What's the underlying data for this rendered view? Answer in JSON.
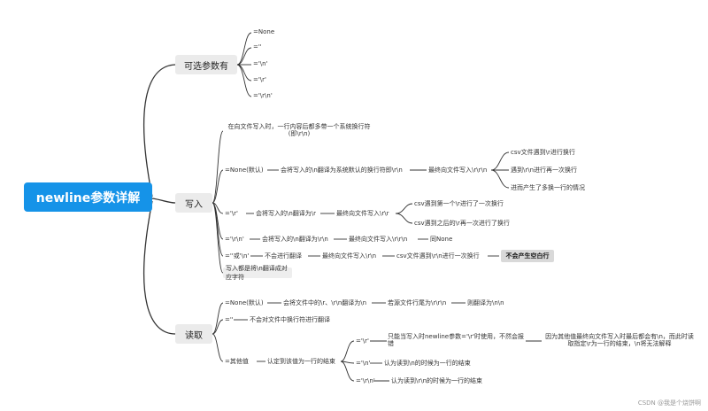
{
  "root": {
    "label": "newline参数详解"
  },
  "optional": {
    "label": "可选参数有",
    "items": [
      "=None",
      "=''",
      "='\\n'",
      "='\\r'",
      "='\\r\\n'"
    ]
  },
  "write": {
    "label": "写入",
    "intro": "在向文件写入时，一行内容后都多带一个系统换行符(即\\r\\n)",
    "none": {
      "label": "=None(默认)",
      "step1": "会将写入的\\n翻译为系统默认的换行符即\\r\\n",
      "step2": "最终向文件写入\\r\\r\\n",
      "csv1": "csv文件遇到\\r进行换行",
      "csv2": "遇到\\r\\n进行再一次换行",
      "csv3": "进而产生了多换一行的情况"
    },
    "r": {
      "label": "='\\r'",
      "step1": "会将写入的\\n翻译为\\r",
      "step2": "最终向文件写入\\r\\r",
      "csv1": "csv遇到第一个\\r进行了一次换行",
      "csv2": "csv遇到之后的\\r再一次进行了换行"
    },
    "rn": {
      "label": "='\\r\\n'",
      "step1": "会将写入的\\n翻译为\\r\\n",
      "step2": "最终向文件写入\\r\\r\\n",
      "step3": "同None"
    },
    "empty": {
      "label": "=''或'\\n'",
      "step1": "不会进行翻译",
      "step2": "最终向文件写入\\r\\n",
      "step3": "csv文件遇到\\r\\n进行一次换行",
      "result": "不会产生空白行"
    },
    "footer": "写入都是将\\n翻译成对应字符"
  },
  "read": {
    "label": "读取",
    "none": {
      "label": "=None(默认)",
      "step1": "会将文件中的\\r、\\r\\n翻译为\\n",
      "step2": "若源文件行尾为\\r\\r\\n",
      "step3": "则翻译为\\n\\n"
    },
    "empty": {
      "label": "=''",
      "step1": "不会对文件中换行符进行翻译"
    },
    "other": {
      "label": "=其他值",
      "step1": "认定到该值为一行的结束",
      "r_label": "='\\r'",
      "r_desc": "只能当写入时newline参数='\\r'时使用，不然会报错",
      "r_note": "因为其他值最终向文件写入时最后都会有\\n，而此时读取指定\\r为一行的结束，\\n将无法解释",
      "n_label": "='\\n'",
      "n_desc": "认为读到\\n的时候为一行的结束",
      "rn_label": "='\\r\\n'",
      "rn_desc": "认为读到\\r\\n的时候为一行的结束"
    }
  },
  "watermark": "CSDN @我是个烧饼啊",
  "colors": {
    "root": "#1593e8",
    "branch": "#ebebeb",
    "line": "#333333"
  }
}
